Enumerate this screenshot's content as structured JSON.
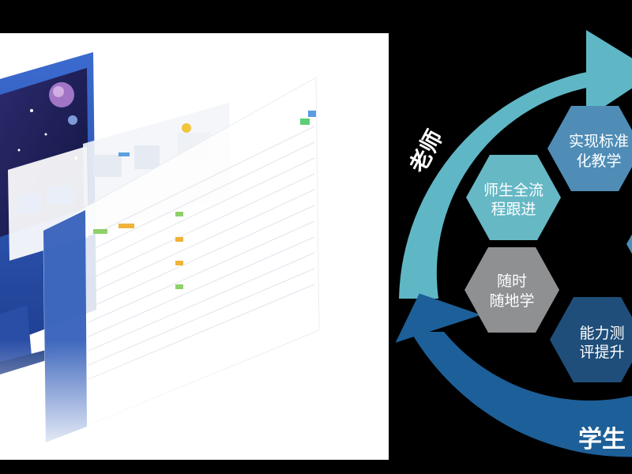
{
  "diagram": {
    "arc_labels": {
      "teacher": "老师",
      "student": "学生"
    },
    "hexagons": [
      {
        "id": "standard-teaching",
        "lines": [
          "实现标准",
          "化教学"
        ],
        "color": "#4f8db7"
      },
      {
        "id": "full-process-tracking",
        "lines": [
          "师生全流",
          "程跟进"
        ],
        "color": "#66b8c5"
      },
      {
        "id": "learn-anywhere",
        "lines": [
          "随时",
          "随地学"
        ],
        "color": "#8f9092"
      },
      {
        "id": "ability-assessment",
        "lines": [
          "能力测",
          "评提升"
        ],
        "color": "#1f4e7a"
      }
    ],
    "colors": {
      "teacher_arc": "#5fb7c6",
      "student_arc": "#1d5f98",
      "background": "#000000",
      "panel": "#ffffff"
    }
  }
}
